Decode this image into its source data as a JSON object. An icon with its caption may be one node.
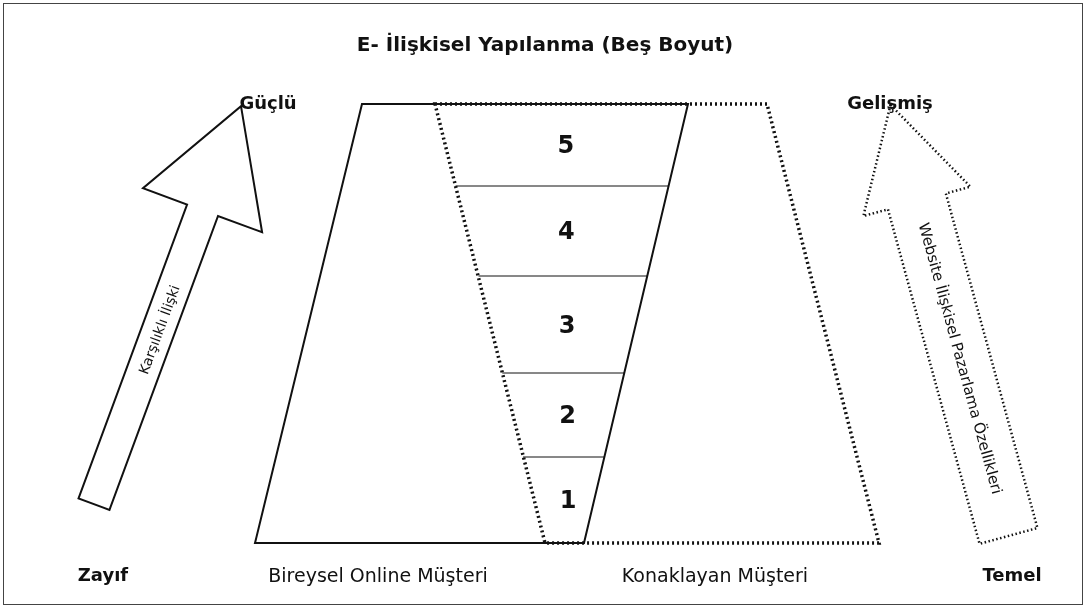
{
  "diagram": {
    "title": "E- İlişkisel Yapılanma (Beş Boyut)",
    "nodes": [
      {
        "text": [
          "Karşılıklı İlişki"
        ],
        "beside": [
          "Güçlü",
          "Zayıf"
        ]
      },
      {
        "text": [
          "Bireysel Online Müşteri"
        ]
      },
      {
        "text": [
          "Konaklayan Müşteri"
        ]
      },
      {
        "text": [
          "5"
        ]
      },
      {
        "text": [
          "4"
        ]
      },
      {
        "text": [
          "3"
        ]
      },
      {
        "text": [
          "2"
        ]
      },
      {
        "text": [
          "1"
        ]
      },
      {
        "text": [
          "Website İlişkisel Pazarlama Özellikleri"
        ],
        "beside": [
          "Gelişmiş",
          "Temel"
        ]
      }
    ]
  }
}
